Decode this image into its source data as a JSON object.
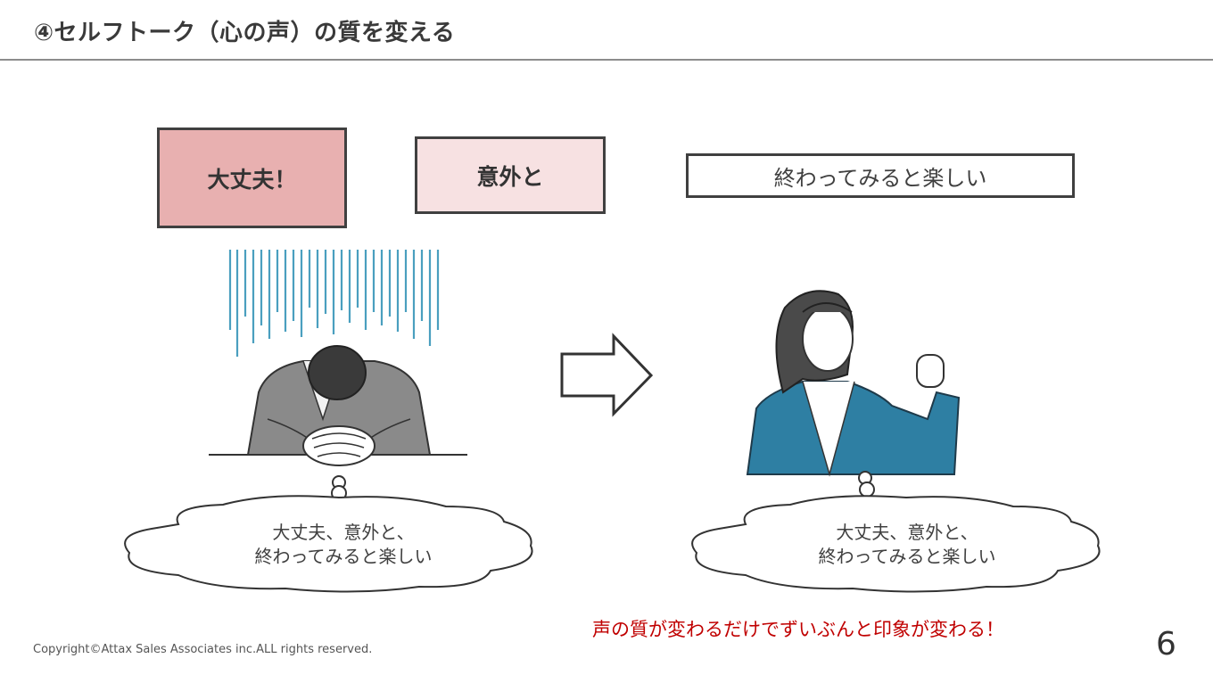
{
  "header": {
    "title": "④セルフトーク（心の声）の質を変える"
  },
  "phrases": {
    "box1": "大丈夫！",
    "box2": "意外と",
    "box3": "終わってみると楽しい"
  },
  "clouds": {
    "left": {
      "line1": "大丈夫、意外と、",
      "line2": "終わってみると楽しい"
    },
    "right": {
      "line1": "大丈夫、意外と、",
      "line2": "終わってみると楽しい"
    }
  },
  "note": "声の質が変わるだけでずいぶんと印象が変わる！",
  "footer": {
    "copyright": "Copyright©Attax Sales Associates inc.ALL rights reserved.",
    "page_number": "6"
  },
  "colors": {
    "box1_fill": "#e8b0b0",
    "box2_fill": "#f7e1e2",
    "note_text": "#c00000",
    "gloom_lines": "#4a9fbf",
    "suit_gray": "#8a8a8a",
    "suit_blue": "#2e7fa3"
  },
  "icons": [
    "gloom-lines-icon",
    "depressed-man-illustration",
    "right-arrow-icon",
    "confident-woman-illustration",
    "thought-cloud-icon"
  ]
}
